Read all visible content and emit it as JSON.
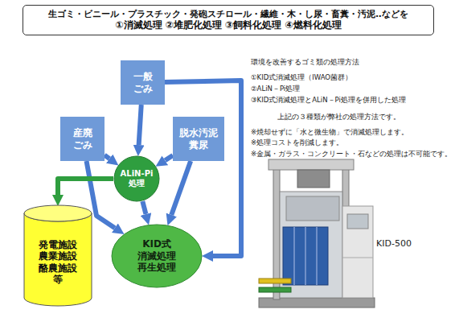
{
  "diagram": {
    "nodes": [
      {
        "text": [
          "生ゴミ・ビニール・プラスチック・発砲スチロール・繊維・木・し尿・畜糞・汚泥‥などを",
          "①消滅処理 ②堆肥化処理 ③飼料化処理 ④燃料化処理"
        ]
      },
      {
        "text": [
          "一般 ごみ"
        ]
      },
      {
        "text": [
          "産廃 ごみ"
        ]
      },
      {
        "text": [
          "脱水汚泥 糞尿"
        ]
      },
      {
        "text": [
          "ALiN-Pi 処理"
        ]
      },
      {
        "text": [
          "KID式 消滅処理 再生処理"
        ]
      },
      {
        "text": [
          "発電施設 農業施設 酪農施設 等"
        ]
      }
    ],
    "edges": [
      {
        "from": 1,
        "to": 4,
        "arrow": "to"
      },
      {
        "from": 2,
        "to": 4,
        "arrow": "to"
      },
      {
        "from": 3,
        "to": 4,
        "arrow": "to"
      },
      {
        "from": 4,
        "to": 5,
        "arrow": "to"
      },
      {
        "from": 1,
        "to": 5,
        "arrow": "to"
      },
      {
        "from": 2,
        "to": 5,
        "arrow": "to"
      },
      {
        "from": 3,
        "to": 5,
        "arrow": "to"
      },
      {
        "from": 4,
        "to": 6,
        "arrow": "to"
      }
    ],
    "labels": [
      "環境を改善するゴミ類の処理方法",
      "①KID式消滅処理（IWAO菌群）",
      "②ALiN－Pi処理",
      "③KID式消滅処理とALiN－Pi処理を併用した処理",
      "上記の３種類が弊社の処理方法です。",
      "※焼却せずに「水と微生物」で消滅処理します。",
      "※処理コストを削減します。",
      "※金属・ガラス・コンクリート・石などの処理は不可能です。",
      "KID-500"
    ]
  }
}
